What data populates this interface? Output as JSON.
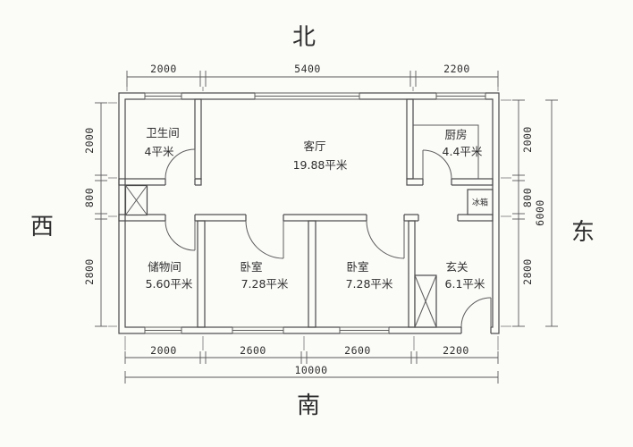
{
  "compass": {
    "north": "北",
    "south": "南",
    "west": "西",
    "east": "东"
  },
  "rooms": [
    {
      "id": "bathroom",
      "name": "卫生间",
      "area": "4平米"
    },
    {
      "id": "living-room",
      "name": "客厅",
      "area": "19.88平米"
    },
    {
      "id": "kitchen",
      "name": "厨房",
      "area": "4.4平米"
    },
    {
      "id": "storage",
      "name": "储物间",
      "area": "5.60平米"
    },
    {
      "id": "bedroom-1",
      "name": "卧室",
      "area": "7.28平米"
    },
    {
      "id": "bedroom-2",
      "name": "卧室",
      "area": "7.28平米"
    },
    {
      "id": "entry",
      "name": "玄关",
      "area": "6.1平米"
    }
  ],
  "appliance": {
    "fridge": "冰箱"
  },
  "dims": {
    "top": [
      "2000",
      "5400",
      "2200"
    ],
    "bottom": [
      "2000",
      "2600",
      "2600",
      "2200"
    ],
    "bottom_total": "10000",
    "left": [
      "2000",
      "800",
      "2800"
    ],
    "right": [
      "2000",
      "800",
      "2800"
    ],
    "right_total": "6000"
  },
  "colors": {
    "line": "#4a4a4a",
    "dim_line": "#5a5a5a",
    "text": "#2e2e2e",
    "background": "#fbfbf8"
  }
}
